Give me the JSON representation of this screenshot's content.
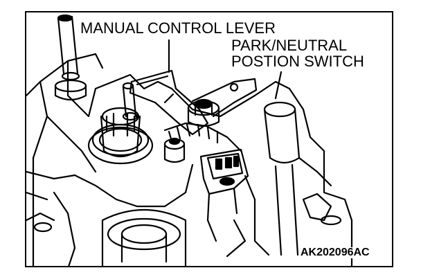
{
  "labels": {
    "manual_control_lever": "MANUAL CONTROL LEVER",
    "park_neutral_line1": "PARK/NEUTRAL",
    "park_neutral_line2": "POSTION SWITCH",
    "figure_code": "AK202096AC"
  },
  "colors": {
    "ink": "#000000",
    "paper": "#ffffff"
  }
}
